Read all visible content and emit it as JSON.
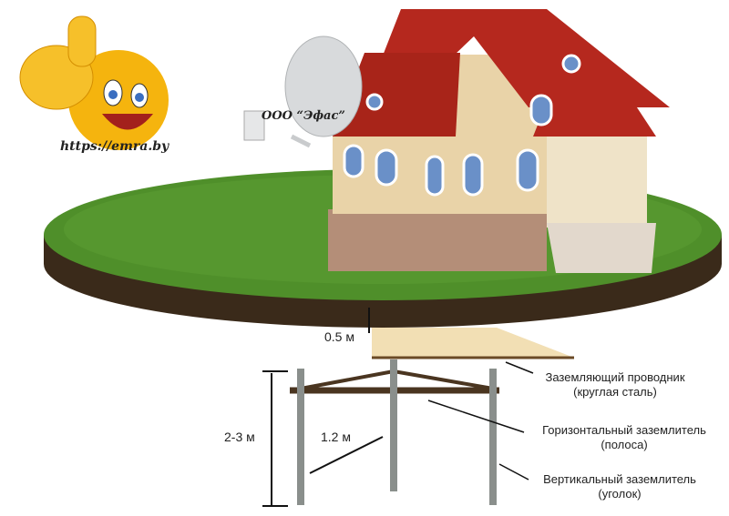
{
  "watermark": {
    "url": "https://emra.by",
    "company": "ООО “Эфас”"
  },
  "dimensions": {
    "depth": "0.5 м",
    "length": "2-3 м",
    "spacing": "1.2 м"
  },
  "labels": [
    {
      "title": "Заземляющий проводник",
      "sub": "(круглая сталь)"
    },
    {
      "title": "Горизонтальный заземлитель",
      "sub": "(полоса)"
    },
    {
      "title": "Вертикальный заземлитель",
      "sub": "(уголок)"
    }
  ],
  "colors": {
    "grass": "#4f8f2a",
    "soil": "#3a2a1a",
    "roof": "#b5281e",
    "wall": "#e9d3a8",
    "rod": "#8a8f8c",
    "strip": "#4a3520",
    "trench": "#f2dfb4"
  }
}
